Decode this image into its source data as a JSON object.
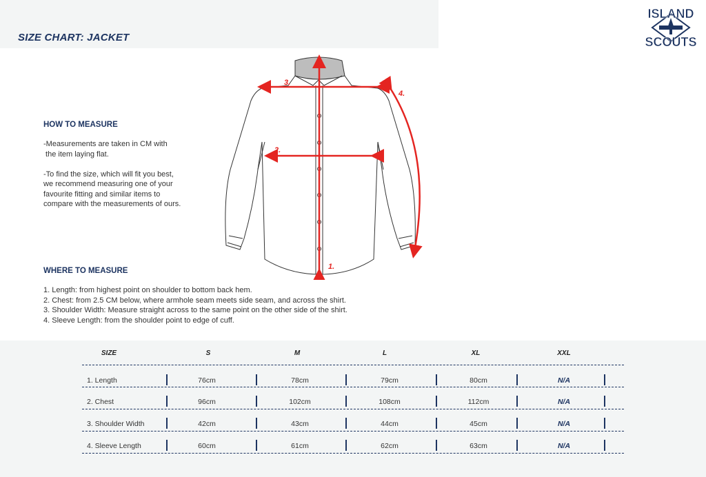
{
  "title": "SIZE CHART: JACKET",
  "brand": {
    "line1": "ISLAND",
    "line2": "SCOUTS"
  },
  "how_to_measure": {
    "heading": "HOW TO MEASURE",
    "p1_line1": "-Measurements are taken in CM with",
    "p1_line2": " the item laying flat.",
    "p2_line1": "-To find the size, which will fit you best,",
    "p2_line2": "we recommend measuring one of your",
    "p2_line3": "favourite fitting and similar items to",
    "p2_line4": "compare with the measurements of ours."
  },
  "where_to_measure": {
    "heading": "WHERE TO MEASURE",
    "items": [
      "1. Length: from highest point on shoulder to bottom back hem.",
      "2. Chest: from 2.5 CM below, where armhole seam meets side seam, and across the shirt.",
      "3. Shoulder Width: Measure straight across to the same point on the other side of the shirt.",
      "4. Sleeve Length: from the shoulder point to edge of cuff."
    ]
  },
  "diagram_markers": [
    "1.",
    "2.",
    "3.",
    "4."
  ],
  "colors": {
    "navy": "#1d3461",
    "accent_red": "#e42521",
    "band": "#f3f5f5"
  },
  "table": {
    "columns": [
      "SIZE",
      "S",
      "M",
      "L",
      "XL",
      "XXL"
    ],
    "rows": [
      {
        "label": "1. Length",
        "values": [
          "76cm",
          "78cm",
          "79cm",
          "80cm",
          "N/A"
        ]
      },
      {
        "label": "2. Chest",
        "values": [
          "96cm",
          "102cm",
          "108cm",
          "112cm",
          "N/A"
        ]
      },
      {
        "label": "3. Shoulder Width",
        "values": [
          "42cm",
          "43cm",
          "44cm",
          "45cm",
          "N/A"
        ]
      },
      {
        "label": "4. Sleeve Length",
        "values": [
          "60cm",
          "61cm",
          "62cm",
          "63cm",
          "N/A"
        ]
      }
    ]
  }
}
